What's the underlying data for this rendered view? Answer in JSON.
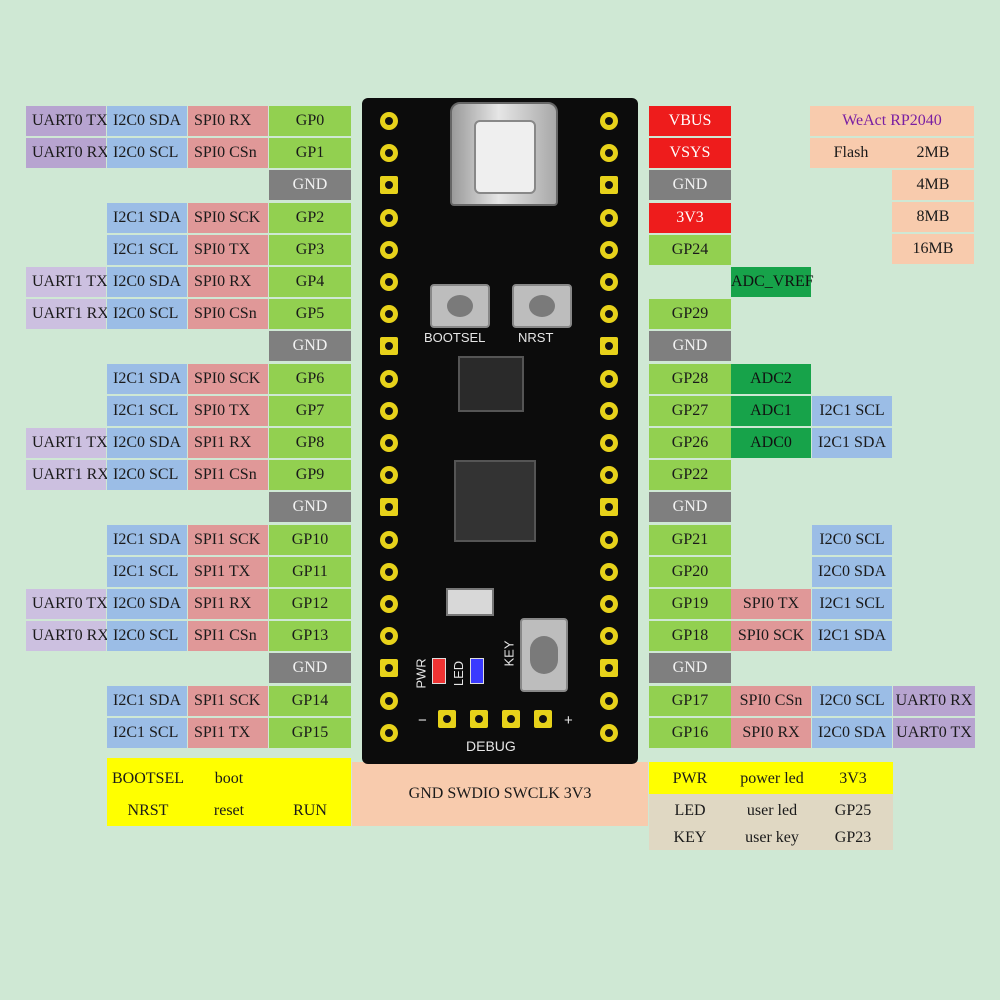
{
  "left_rows": [
    {
      "cells": [
        {
          "t": "UART0 TX",
          "k": "uart"
        },
        {
          "t": "I2C0 SDA",
          "k": "i2c"
        },
        {
          "t": "SPI0 RX",
          "k": "spi"
        },
        {
          "t": "GP0",
          "k": "gp"
        }
      ]
    },
    {
      "cells": [
        {
          "t": "UART0 RX",
          "k": "uart"
        },
        {
          "t": "I2C0 SCL",
          "k": "i2c"
        },
        {
          "t": "SPI0 CSn",
          "k": "spi"
        },
        {
          "t": "GP1",
          "k": "gp"
        }
      ]
    },
    {
      "cells": [
        null,
        null,
        null,
        {
          "t": "GND",
          "k": "gnd"
        }
      ]
    },
    {
      "cells": [
        null,
        {
          "t": "I2C1 SDA",
          "k": "i2c"
        },
        {
          "t": "SPI0 SCK",
          "k": "spi"
        },
        {
          "t": "GP2",
          "k": "gp"
        }
      ]
    },
    {
      "cells": [
        null,
        {
          "t": "I2C1 SCL",
          "k": "i2c"
        },
        {
          "t": "SPI0 TX",
          "k": "spi"
        },
        {
          "t": "GP3",
          "k": "gp"
        }
      ]
    },
    {
      "cells": [
        {
          "t": "UART1 TX",
          "k": "uart-l"
        },
        {
          "t": "I2C0 SDA",
          "k": "i2c"
        },
        {
          "t": "SPI0 RX",
          "k": "spi"
        },
        {
          "t": "GP4",
          "k": "gp"
        }
      ]
    },
    {
      "cells": [
        {
          "t": "UART1 RX",
          "k": "uart-l"
        },
        {
          "t": "I2C0 SCL",
          "k": "i2c"
        },
        {
          "t": "SPI0 CSn",
          "k": "spi"
        },
        {
          "t": "GP5",
          "k": "gp"
        }
      ]
    },
    {
      "cells": [
        null,
        null,
        null,
        {
          "t": "GND",
          "k": "gnd"
        }
      ]
    },
    {
      "cells": [
        null,
        {
          "t": "I2C1 SDA",
          "k": "i2c"
        },
        {
          "t": "SPI0 SCK",
          "k": "spi"
        },
        {
          "t": "GP6",
          "k": "gp"
        }
      ]
    },
    {
      "cells": [
        null,
        {
          "t": "I2C1 SCL",
          "k": "i2c"
        },
        {
          "t": "SPI0 TX",
          "k": "spi"
        },
        {
          "t": "GP7",
          "k": "gp"
        }
      ]
    },
    {
      "cells": [
        {
          "t": "UART1 TX",
          "k": "uart-l"
        },
        {
          "t": "I2C0 SDA",
          "k": "i2c"
        },
        {
          "t": "SPI1 RX",
          "k": "spi"
        },
        {
          "t": "GP8",
          "k": "gp"
        }
      ]
    },
    {
      "cells": [
        {
          "t": "UART1 RX",
          "k": "uart-l"
        },
        {
          "t": "I2C0 SCL",
          "k": "i2c"
        },
        {
          "t": "SPI1 CSn",
          "k": "spi"
        },
        {
          "t": "GP9",
          "k": "gp"
        }
      ]
    },
    {
      "cells": [
        null,
        null,
        null,
        {
          "t": "GND",
          "k": "gnd"
        }
      ]
    },
    {
      "cells": [
        null,
        {
          "t": "I2C1 SDA",
          "k": "i2c"
        },
        {
          "t": "SPI1 SCK",
          "k": "spi"
        },
        {
          "t": "GP10",
          "k": "gp"
        }
      ]
    },
    {
      "cells": [
        null,
        {
          "t": "I2C1 SCL",
          "k": "i2c"
        },
        {
          "t": "SPI1 TX",
          "k": "spi"
        },
        {
          "t": "GP11",
          "k": "gp"
        }
      ]
    },
    {
      "cells": [
        {
          "t": "UART0 TX",
          "k": "uart-l"
        },
        {
          "t": "I2C0 SDA",
          "k": "i2c"
        },
        {
          "t": "SPI1 RX",
          "k": "spi"
        },
        {
          "t": "GP12",
          "k": "gp"
        }
      ]
    },
    {
      "cells": [
        {
          "t": "UART0 RX",
          "k": "uart-l"
        },
        {
          "t": "I2C0 SCL",
          "k": "i2c"
        },
        {
          "t": "SPI1 CSn",
          "k": "spi"
        },
        {
          "t": "GP13",
          "k": "gp"
        }
      ]
    },
    {
      "cells": [
        null,
        null,
        null,
        {
          "t": "GND",
          "k": "gnd"
        }
      ]
    },
    {
      "cells": [
        null,
        {
          "t": "I2C1 SDA",
          "k": "i2c"
        },
        {
          "t": "SPI1 SCK",
          "k": "spi"
        },
        {
          "t": "GP14",
          "k": "gp"
        }
      ]
    },
    {
      "cells": [
        null,
        {
          "t": "I2C1 SCL",
          "k": "i2c"
        },
        {
          "t": "SPI1 TX",
          "k": "spi"
        },
        {
          "t": "GP15",
          "k": "gp"
        }
      ]
    }
  ],
  "right_rows": [
    {
      "cells": [
        {
          "t": "VBUS",
          "k": "pwr"
        },
        null,
        null,
        null
      ]
    },
    {
      "cells": [
        {
          "t": "VSYS",
          "k": "pwr"
        },
        null,
        null,
        null
      ]
    },
    {
      "cells": [
        {
          "t": "GND",
          "k": "gnd"
        },
        null,
        null,
        null
      ]
    },
    {
      "cells": [
        {
          "t": "3V3",
          "k": "pwr"
        },
        null,
        null,
        null
      ]
    },
    {
      "cells": [
        {
          "t": "GP24",
          "k": "gp"
        },
        null,
        null,
        null
      ]
    },
    {
      "cells": [
        null,
        {
          "t": "ADC_VREF",
          "k": "adc"
        },
        null,
        null
      ]
    },
    {
      "cells": [
        {
          "t": "GP29",
          "k": "gp"
        },
        null,
        null,
        null
      ]
    },
    {
      "cells": [
        {
          "t": "GND",
          "k": "gnd"
        },
        null,
        null,
        null
      ]
    },
    {
      "cells": [
        {
          "t": "GP28",
          "k": "gp"
        },
        {
          "t": "ADC2",
          "k": "adc"
        },
        null,
        null
      ]
    },
    {
      "cells": [
        {
          "t": "GP27",
          "k": "gp"
        },
        {
          "t": "ADC1",
          "k": "adc"
        },
        {
          "t": "I2C1 SCL",
          "k": "i2c"
        },
        null
      ]
    },
    {
      "cells": [
        {
          "t": "GP26",
          "k": "gp"
        },
        {
          "t": "ADC0",
          "k": "adc"
        },
        {
          "t": "I2C1 SDA",
          "k": "i2c"
        },
        null
      ]
    },
    {
      "cells": [
        {
          "t": "GP22",
          "k": "gp"
        },
        null,
        null,
        null
      ]
    },
    {
      "cells": [
        {
          "t": "GND",
          "k": "gnd"
        },
        null,
        null,
        null
      ]
    },
    {
      "cells": [
        {
          "t": "GP21",
          "k": "gp"
        },
        null,
        {
          "t": "I2C0 SCL",
          "k": "i2c"
        },
        null
      ]
    },
    {
      "cells": [
        {
          "t": "GP20",
          "k": "gp"
        },
        null,
        {
          "t": "I2C0 SDA",
          "k": "i2c"
        },
        null
      ]
    },
    {
      "cells": [
        {
          "t": "GP19",
          "k": "gp"
        },
        {
          "t": "SPI0 TX",
          "k": "spi"
        },
        {
          "t": "I2C1 SCL",
          "k": "i2c"
        },
        null
      ]
    },
    {
      "cells": [
        {
          "t": "GP18",
          "k": "gp"
        },
        {
          "t": "SPI0 SCK",
          "k": "spi"
        },
        {
          "t": "I2C1 SDA",
          "k": "i2c"
        },
        null
      ]
    },
    {
      "cells": [
        {
          "t": "GND",
          "k": "gnd"
        },
        null,
        null,
        null
      ]
    },
    {
      "cells": [
        {
          "t": "GP17",
          "k": "gp"
        },
        {
          "t": "SPI0 CSn",
          "k": "spi"
        },
        {
          "t": "I2C0 SCL",
          "k": "i2c"
        },
        {
          "t": "UART0 RX",
          "k": "uart"
        }
      ]
    },
    {
      "cells": [
        {
          "t": "GP16",
          "k": "gp"
        },
        {
          "t": "SPI0 RX",
          "k": "spi"
        },
        {
          "t": "I2C0 SDA",
          "k": "i2c"
        },
        {
          "t": "UART0 TX",
          "k": "uart"
        }
      ]
    }
  ],
  "flash_table": {
    "brand": "WeAct RP2040",
    "label": "Flash",
    "sizes": [
      "2MB",
      "4MB",
      "8MB",
      "16MB"
    ]
  },
  "button_legend": {
    "row1": [
      "BOOTSEL",
      "boot",
      ""
    ],
    "row2": [
      "NRST",
      "reset",
      "RUN"
    ]
  },
  "debug_legend": "GND SWDIO SWCLK 3V3",
  "led_legend": {
    "rows": [
      [
        "PWR",
        "power led",
        "3V3"
      ],
      [
        "LED",
        "user led",
        "GP25"
      ],
      [
        "KEY",
        "user key",
        "GP23"
      ]
    ]
  },
  "board": {
    "silk_bootsel": "BOOTSEL",
    "silk_nrst": "NRST",
    "silk_pwr": "PWR",
    "silk_led": "LED",
    "silk_key": "KEY",
    "silk_debug": "DEBUG",
    "silk_minus": "−",
    "silk_plus": "+"
  }
}
